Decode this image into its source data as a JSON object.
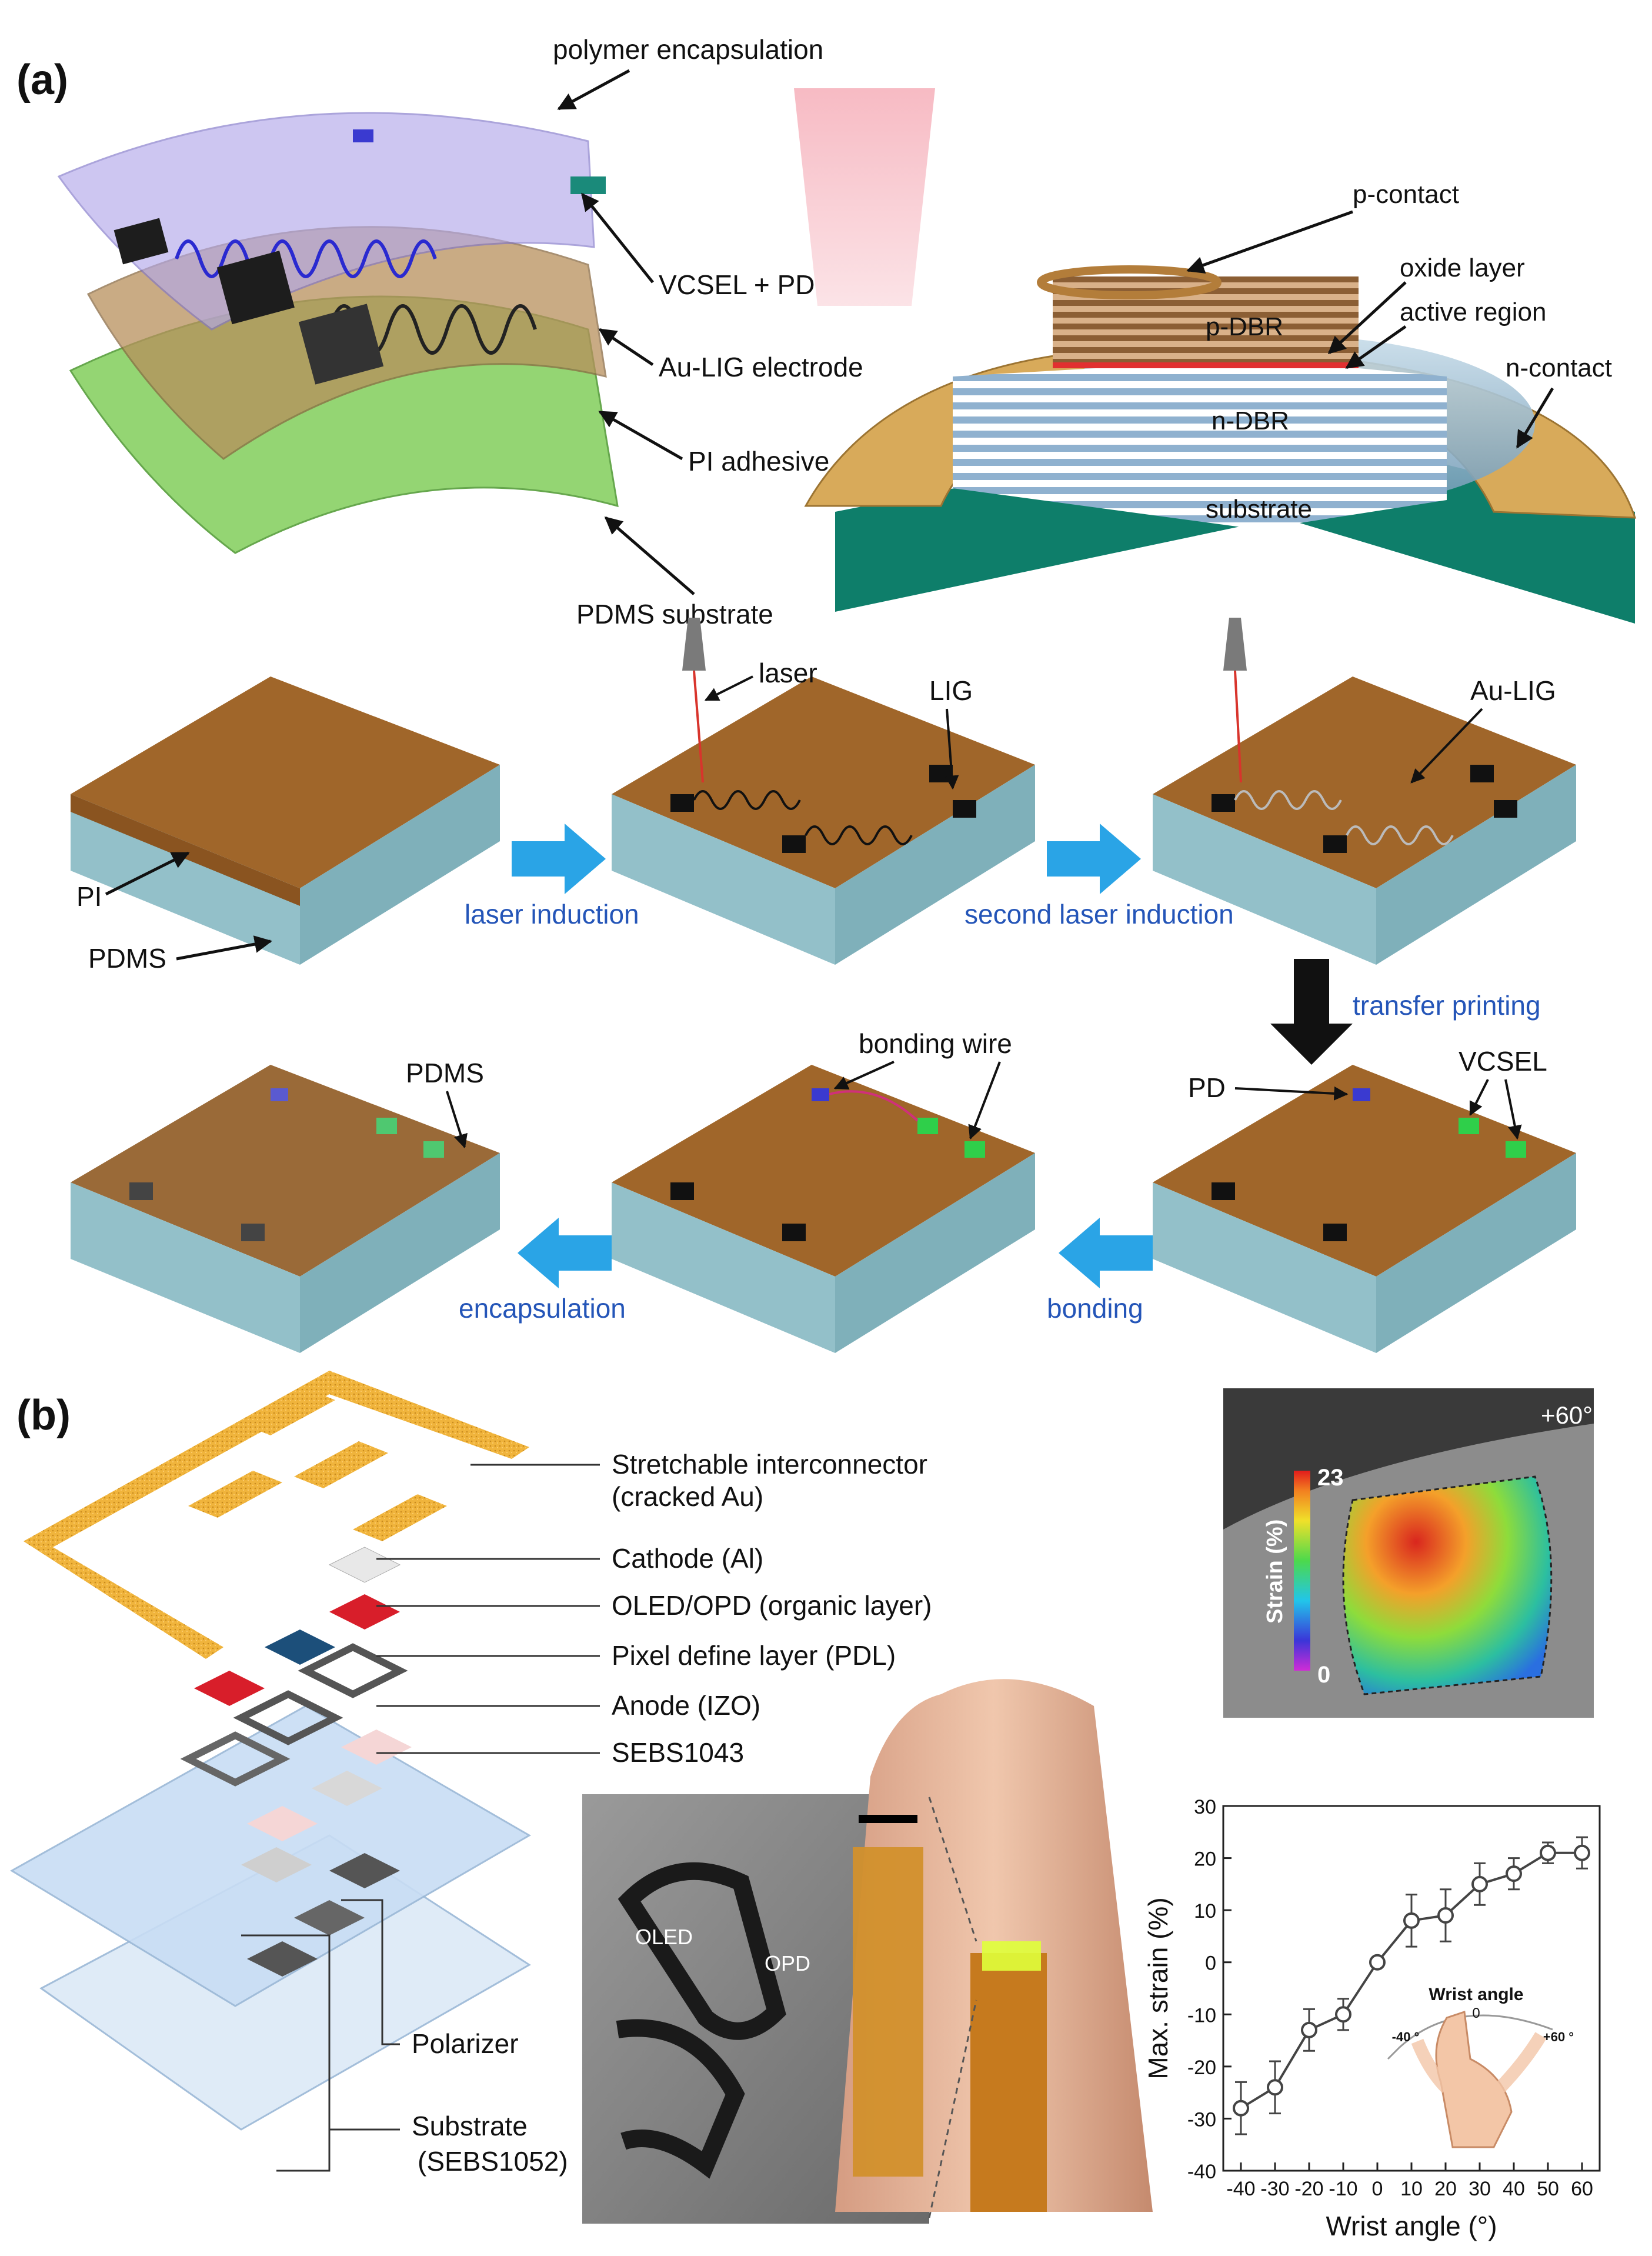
{
  "panel_a": {
    "label": "(a)",
    "layers": {
      "polymer": "polymer encapsulation",
      "vcsel_pd": "VCSEL + PD",
      "electrode": "Au-LIG electrode",
      "adhesive": "PI adhesive",
      "substrate": "PDMS substrate"
    },
    "vcsel": {
      "p_contact": "p-contact",
      "oxide": "oxide layer",
      "active": "active region",
      "p_dbr": "p-DBR",
      "n_contact": "n-contact",
      "n_dbr": "n-DBR",
      "substrate": "substrate"
    },
    "process": {
      "pi": "PI",
      "pdms": "PDMS",
      "laser": "laser",
      "lig": "LIG",
      "au_lig": "Au-LIG",
      "step1": "laser induction",
      "step2": "second laser induction",
      "step3": "transfer printing",
      "pd": "PD",
      "vcsel": "VCSEL",
      "bonding_wire": "bonding wire",
      "step4": "bonding",
      "pdms2": "PDMS",
      "step5": "encapsulation"
    }
  },
  "panel_b": {
    "label": "(b)",
    "layers": {
      "l1a": "Stretchable interconnector",
      "l1b": "(cracked Au)",
      "l2": "Cathode (Al)",
      "l3": "OLED/OPD (organic layer)",
      "l4": "Pixel define layer (PDL)",
      "l5": "Anode (IZO)",
      "l6": "SEBS1043",
      "polarizer": "Polarizer",
      "substrate_a": "Substrate",
      "substrate_b": "(SEBS1052)"
    },
    "photo": {
      "oled": "OLED",
      "opd": "OPD"
    },
    "strain_map": {
      "angle": "+60°",
      "colorbar_label": "Strain (%)",
      "colorbar_max": "23",
      "colorbar_min": "0"
    },
    "inset": {
      "title": "Wrist angle",
      "left": "-40 °",
      "center": "0",
      "right": "+60 °"
    }
  },
  "chart_data": {
    "type": "line",
    "xlabel": "Wrist angle (°)",
    "ylabel": "Max. strain (%)",
    "xlim": [
      -40,
      60
    ],
    "ylim": [
      -40,
      30
    ],
    "xticks": [
      "-40",
      "-30",
      "-20",
      "-10",
      "0",
      "10",
      "20",
      "30",
      "40",
      "50",
      "60"
    ],
    "yticks": [
      "-40",
      "-30",
      "-20",
      "-10",
      "0",
      "10",
      "20",
      "30"
    ],
    "x": [
      -40,
      -30,
      -20,
      -10,
      0,
      10,
      20,
      30,
      40,
      50,
      60
    ],
    "values": [
      -28,
      -24,
      -13,
      -10,
      0,
      8,
      9,
      15,
      17,
      21,
      21
    ],
    "errors": [
      5,
      5,
      4,
      3,
      0,
      5,
      5,
      4,
      3,
      2,
      3
    ],
    "grid": false
  }
}
